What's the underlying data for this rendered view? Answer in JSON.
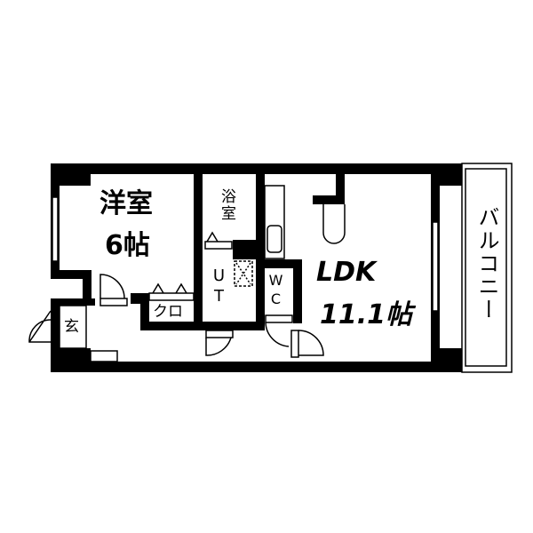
{
  "floorplan": {
    "rooms": {
      "western_room": {
        "name": "洋室",
        "size": "6帖"
      },
      "ldk": {
        "name": "LDK",
        "size": "11.1帖"
      },
      "bath": {
        "name": "浴室"
      },
      "utility": {
        "name": "UT"
      },
      "toilet": {
        "name": "WC"
      },
      "closet": {
        "name": "クロ"
      },
      "entrance": {
        "name": "玄"
      },
      "balcony": {
        "name": "バルコニー"
      }
    },
    "colors": {
      "wall": "#000000",
      "background": "#ffffff"
    }
  }
}
